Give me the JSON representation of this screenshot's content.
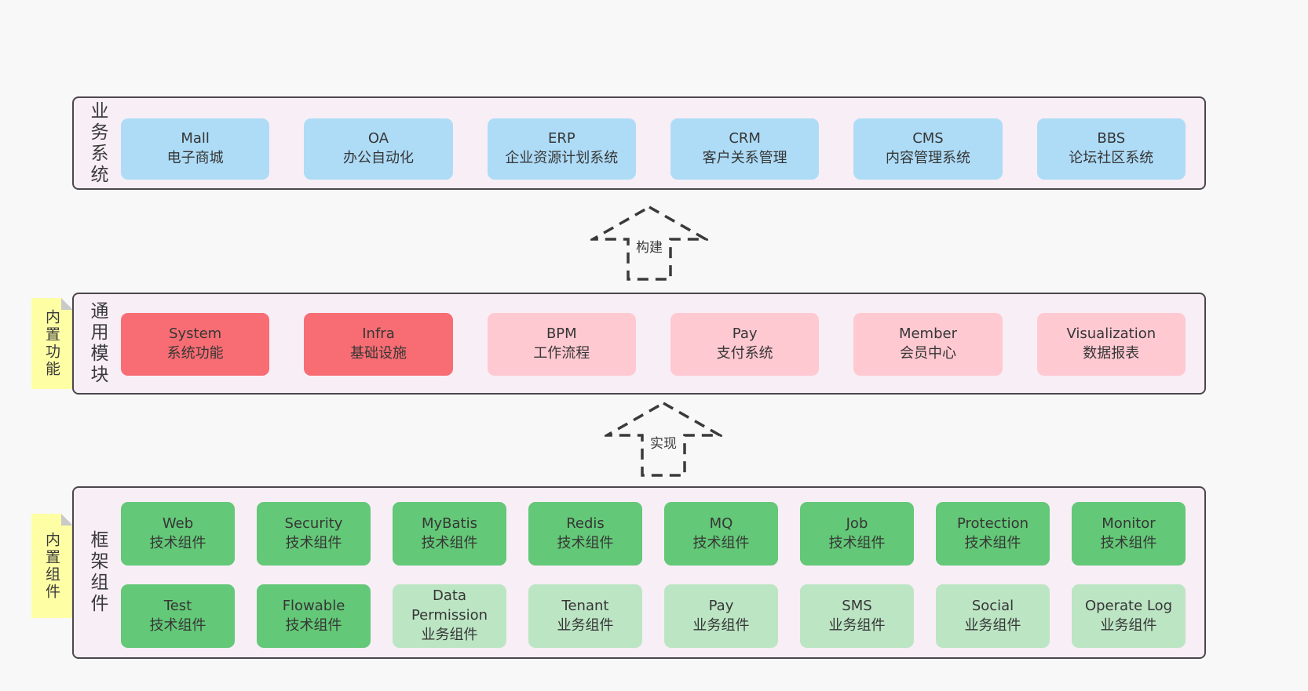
{
  "colors": {
    "page_bg": "#f8f8f8",
    "panel_bg": "#f8eef6",
    "panel_border": "#4c464d",
    "blue_box": "#aedcf7",
    "red_box": "#f76d73",
    "pink_box": "#ffc9d2",
    "green_box": "#63c877",
    "light_green_box": "#bce5c4",
    "sticky_yellow": "#feffa5",
    "sticky_fold": "#c9c9c9",
    "arrow_stroke": "#3a3a3a",
    "text": "#363636"
  },
  "arrows": [
    {
      "label": "构建"
    },
    {
      "label": "实现"
    }
  ],
  "stickies": [
    {
      "label": "内置功能"
    },
    {
      "label": "内置组件"
    }
  ],
  "sections": [
    {
      "label": "业务系统",
      "boxes": [
        {
          "title": "Mall",
          "subtitle": "电子商城"
        },
        {
          "title": "OA",
          "subtitle": "办公自动化"
        },
        {
          "title": "ERP",
          "subtitle": "企业资源计划系统"
        },
        {
          "title": "CRM",
          "subtitle": "客户关系管理"
        },
        {
          "title": "CMS",
          "subtitle": "内容管理系统"
        },
        {
          "title": "BBS",
          "subtitle": "论坛社区系统"
        }
      ]
    },
    {
      "label": "通用模块",
      "boxes": [
        {
          "title": "System",
          "subtitle": "系统功能"
        },
        {
          "title": "Infra",
          "subtitle": "基础设施"
        },
        {
          "title": "BPM",
          "subtitle": "工作流程"
        },
        {
          "title": "Pay",
          "subtitle": "支付系统"
        },
        {
          "title": "Member",
          "subtitle": "会员中心"
        },
        {
          "title": "Visualization",
          "subtitle": "数据报表"
        }
      ]
    },
    {
      "label": "框架组件",
      "rows": [
        [
          {
            "title": "Web",
            "subtitle": "技术组件"
          },
          {
            "title": "Security",
            "subtitle": "技术组件"
          },
          {
            "title": "MyBatis",
            "subtitle": "技术组件"
          },
          {
            "title": "Redis",
            "subtitle": "技术组件"
          },
          {
            "title": "MQ",
            "subtitle": "技术组件"
          },
          {
            "title": "Job",
            "subtitle": "技术组件"
          },
          {
            "title": "Protection",
            "subtitle": "技术组件"
          },
          {
            "title": "Monitor",
            "subtitle": "技术组件"
          }
        ],
        [
          {
            "title": "Test",
            "subtitle": "技术组件"
          },
          {
            "title": "Flowable",
            "subtitle": "技术组件"
          },
          {
            "title": "Data Permission",
            "subtitle": "业务组件"
          },
          {
            "title": "Tenant",
            "subtitle": "业务组件"
          },
          {
            "title": "Pay",
            "subtitle": "业务组件"
          },
          {
            "title": "SMS",
            "subtitle": "业务组件"
          },
          {
            "title": "Social",
            "subtitle": "业务组件"
          },
          {
            "title": "Operate Log",
            "subtitle": "业务组件"
          }
        ]
      ]
    }
  ]
}
